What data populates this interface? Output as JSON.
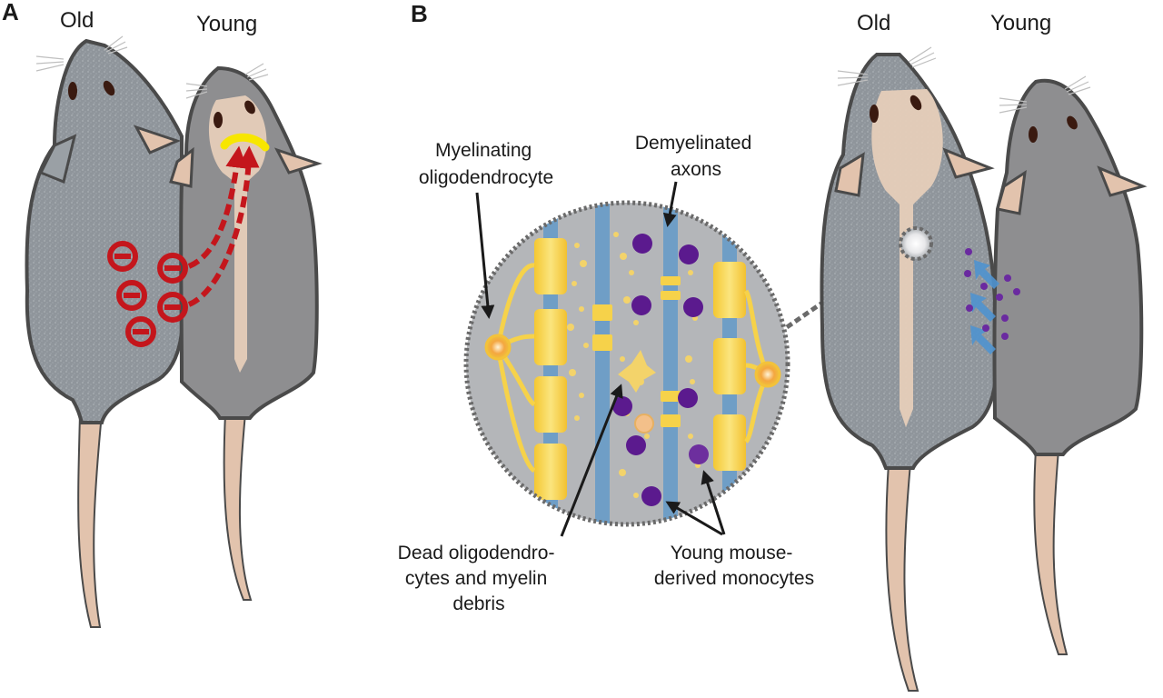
{
  "figure": {
    "panels": [
      {
        "letter": "A",
        "mouse_labels": [
          "Old",
          "Young"
        ]
      },
      {
        "letter": "B",
        "mouse_labels": [
          "Old",
          "Young"
        ],
        "callouts": {
          "myelinating": [
            "Myelinating",
            "oligodendrocyte"
          ],
          "demyelinated": [
            "Demyelinated",
            "axons"
          ],
          "dead": [
            "Dead oligodendro-",
            "cytes and myelin",
            "debris"
          ],
          "monocytes": [
            "Young mouse-",
            "derived monocytes"
          ]
        }
      }
    ],
    "colors": {
      "old_fur": "#8f959b",
      "young_fur": "#8e8e90",
      "outline": "#4a4a4a",
      "skin": "#e2c3ad",
      "cell_red": "#c4161c",
      "lesion_yellow": "#f7e600",
      "myelin": "#f6d24a",
      "axon": "#6f9ec6",
      "monocyte": "#5b1a8e",
      "circle_bg": "#b4b6b9",
      "migration_arrow": "#4f93d0"
    }
  }
}
